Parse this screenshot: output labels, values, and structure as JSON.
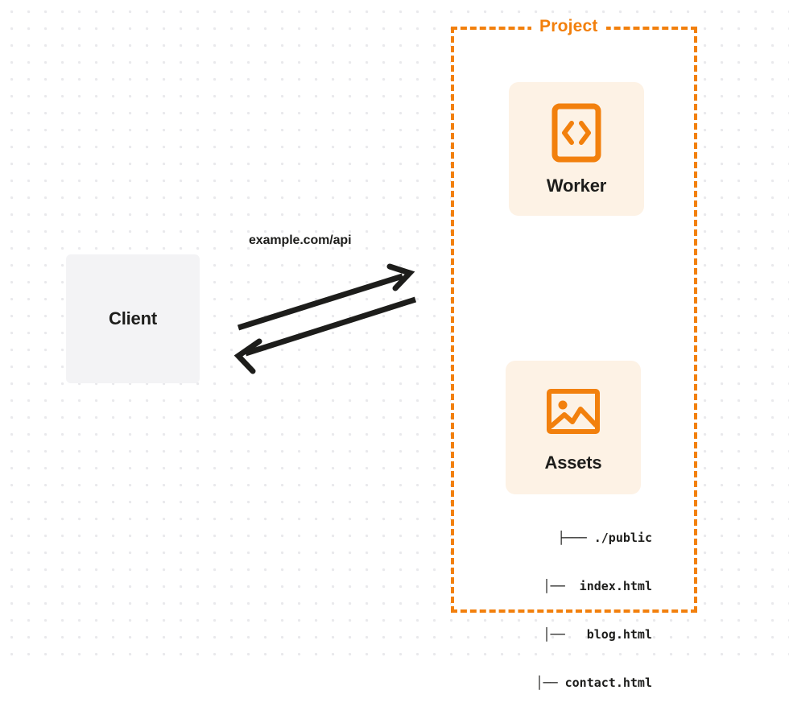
{
  "diagram": {
    "title": "Client to Project Worker and Assets request flow",
    "background": {
      "style": "dot-grid",
      "dot_color": "#e9e9ec",
      "page_color": "#ffffff"
    },
    "colors": {
      "accent_orange": "#f2800d",
      "card_fill": "#fdf2e5",
      "client_fill": "#f3f3f5",
      "text_dark": "#1d1d1b",
      "arrow": "#1d1d1b"
    },
    "client": {
      "label": "Client"
    },
    "project": {
      "label": "Project",
      "border_style": "dashed",
      "cards": [
        {
          "id": "worker",
          "label": "Worker",
          "icon": "code-brackets-icon"
        },
        {
          "id": "assets",
          "label": "Assets",
          "icon": "image-icon"
        }
      ],
      "file_tree": [
        {
          "prefix": "├── ",
          "name": "./public"
        },
        {
          "prefix": "│── ",
          "name": "index.html"
        },
        {
          "prefix": "│── ",
          "name": "blog.html"
        },
        {
          "prefix": "│── ",
          "name": "contact.html"
        }
      ],
      "file_tree_rows": [
        "├─── ./public",
        "│──  index.html",
        "│──   blog.html",
        "│── contact.html"
      ]
    },
    "connection": {
      "label": "example.com/api",
      "request_direction": "client-to-project",
      "response_direction": "project-to-client"
    }
  }
}
